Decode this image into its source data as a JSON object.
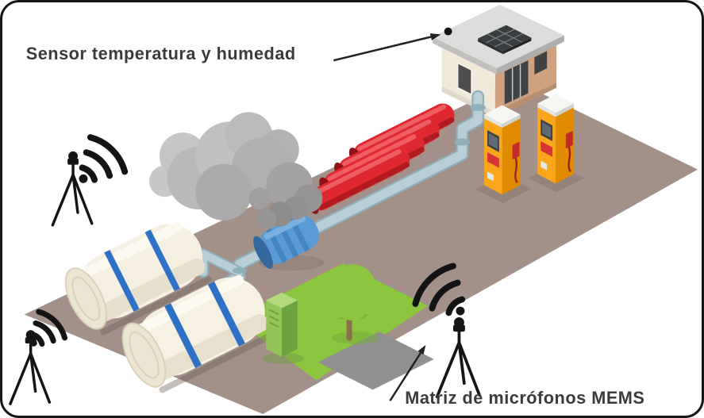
{
  "labels": {
    "sensor": "Sensor temperatura y humedad",
    "mems": "Matriz de micrófonos MEMS"
  },
  "colors": {
    "background": "#ffffff",
    "frame": "#161616",
    "ground": "#a29089",
    "grass": "#8cc63f",
    "pavement": "#909090",
    "tank_body": "#f5f0e2",
    "tank_strap": "#2e71c6",
    "red_pipe": "#e02830",
    "red_pipe_cap": "#8c1216",
    "dispenser_front": "#f9a61b",
    "dispenser_side": "#e18c00",
    "dispenser_screen": "#3c4248",
    "pipe_blue": "#b9cfd7",
    "compressor_blue": "#5b9bd5",
    "smoke_gray": "#b5b3b4",
    "building_roof": "#dcdcda",
    "building_wall_left": "#f1e9da",
    "building_wall_right": "#d0a17e",
    "label_text": "#3b3b3b",
    "signal_black": "#141414"
  },
  "scene_elements": [
    {
      "name": "station-building",
      "count": 1
    },
    {
      "name": "temperature-humidity-sensor-dot",
      "count": 1
    },
    {
      "name": "red-pipe",
      "count": 4
    },
    {
      "name": "fuel-dispenser",
      "count": 2
    },
    {
      "name": "storage-tank",
      "count": 2
    },
    {
      "name": "compressor-pump",
      "count": 1
    },
    {
      "name": "smoke-cloud",
      "count": 1
    },
    {
      "name": "pipe-network",
      "count": 1
    },
    {
      "name": "grass-patch",
      "count": 1
    },
    {
      "name": "tree",
      "count": 1
    },
    {
      "name": "utility-cabinet",
      "count": 1
    },
    {
      "name": "mems-microphone-tripod",
      "count": 3
    },
    {
      "name": "wifi-signal",
      "count": 3
    }
  ]
}
